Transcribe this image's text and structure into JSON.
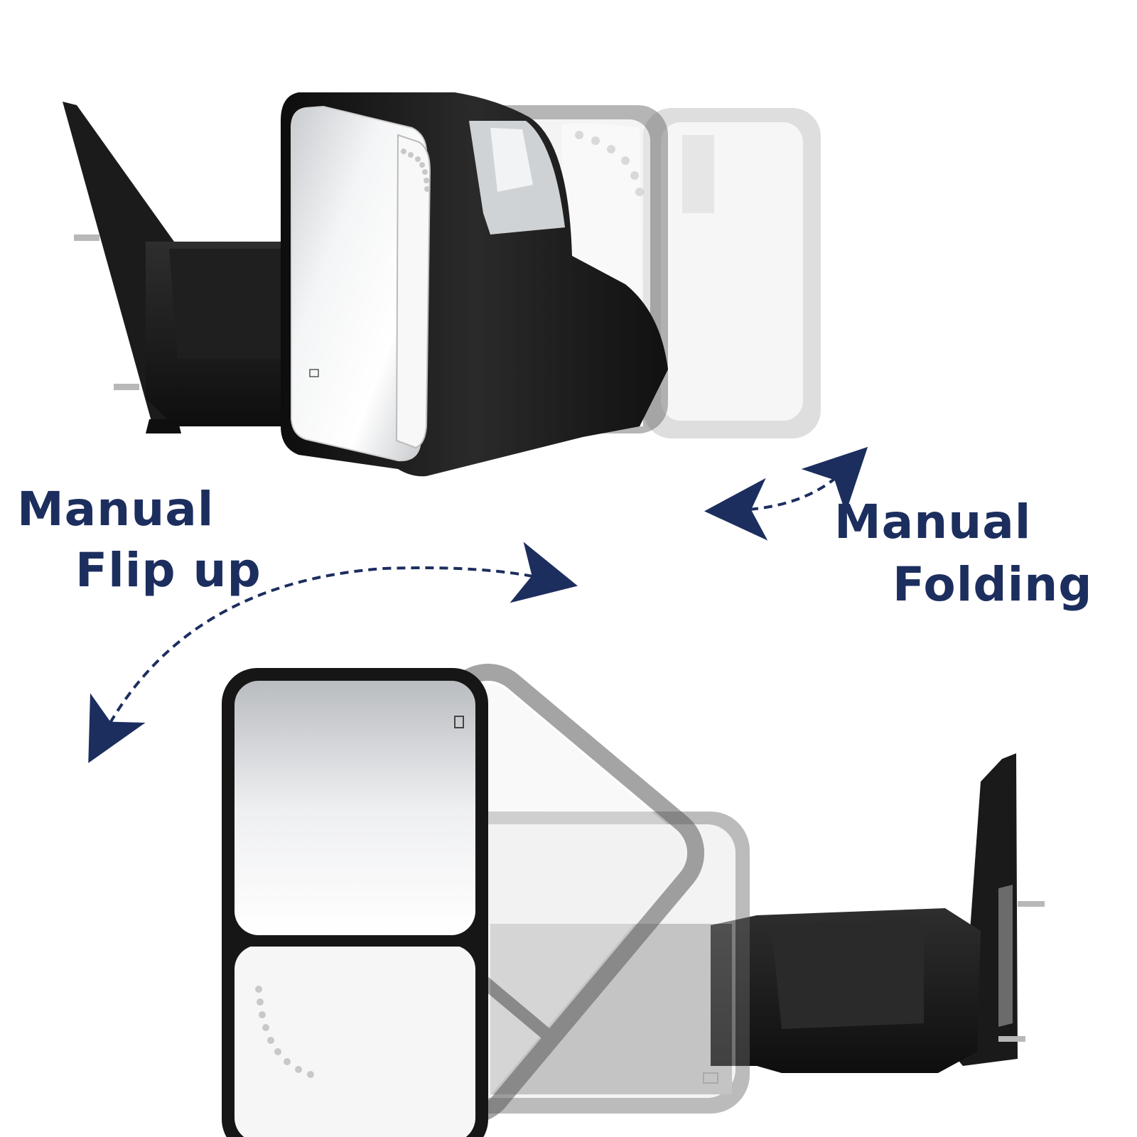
{
  "colors": {
    "label_text": "#1c2e5e",
    "arrow": "#1c2e5e",
    "mirror_body": "#151515",
    "mirror_glass": "#e8eaec",
    "ghost_body": "#7a7a7a"
  },
  "labels": {
    "flip_up": {
      "line1": "Manual",
      "line2": "Flip up"
    },
    "folding": {
      "line1": "Manual",
      "line2": "Folding"
    }
  },
  "icons": {
    "heat": "defrost-heat-icon",
    "signal": "turn-signal-led-icon"
  }
}
